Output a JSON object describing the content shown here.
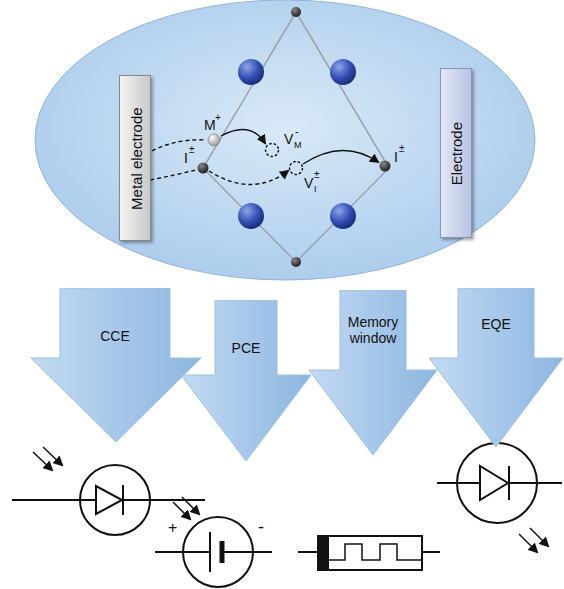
{
  "diagram": {
    "nodes": [
      {
        "text": [
          "Metal electrode"
        ]
      },
      {
        "text": [
          "Electrode"
        ]
      },
      {
        "text": [
          "CCE"
        ]
      },
      {
        "text": [
          "PCE"
        ]
      },
      {
        "text": [
          "Memory window"
        ]
      },
      {
        "text": [
          "EQE"
        ]
      }
    ],
    "labels": [
      "M",
      "+",
      "V",
      "M",
      "-",
      "I",
      "±",
      "V",
      "I",
      "±",
      "I",
      "±",
      "+",
      "-"
    ]
  }
}
